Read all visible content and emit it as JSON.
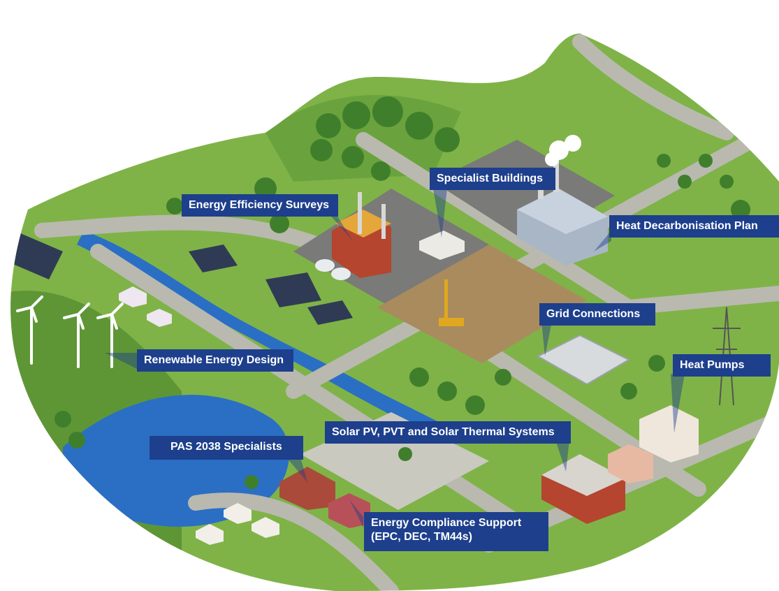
{
  "colors": {
    "grass": "#7fb347",
    "grass_dark": "#5e9636",
    "road": "#b9b9b0",
    "road_edge": "#d6d6cf",
    "water": "#2a6fc4",
    "tree": "#3f7f2c",
    "lot": "#7a7a78",
    "dirt": "#a98b5e",
    "label_bg": "#1d3f8c",
    "label_text": "#ffffff"
  },
  "labels": {
    "energy_efficiency": "Energy Efficiency Surveys",
    "specialist_buildings": "Specialist Buildings",
    "heat_decarbonisation": "Heat Decarbonisation Plan",
    "grid_connections": "Grid Connections",
    "heat_pumps": "Heat Pumps",
    "renewable_energy": "Renewable Energy Design",
    "pas_2038": "PAS 2038 Specialists",
    "solar_pv": "Solar PV, PVT and Solar Thermal Systems",
    "compliance_line1": "Energy Compliance Support",
    "compliance_line2": "(EPC, DEC, TM44s)"
  }
}
